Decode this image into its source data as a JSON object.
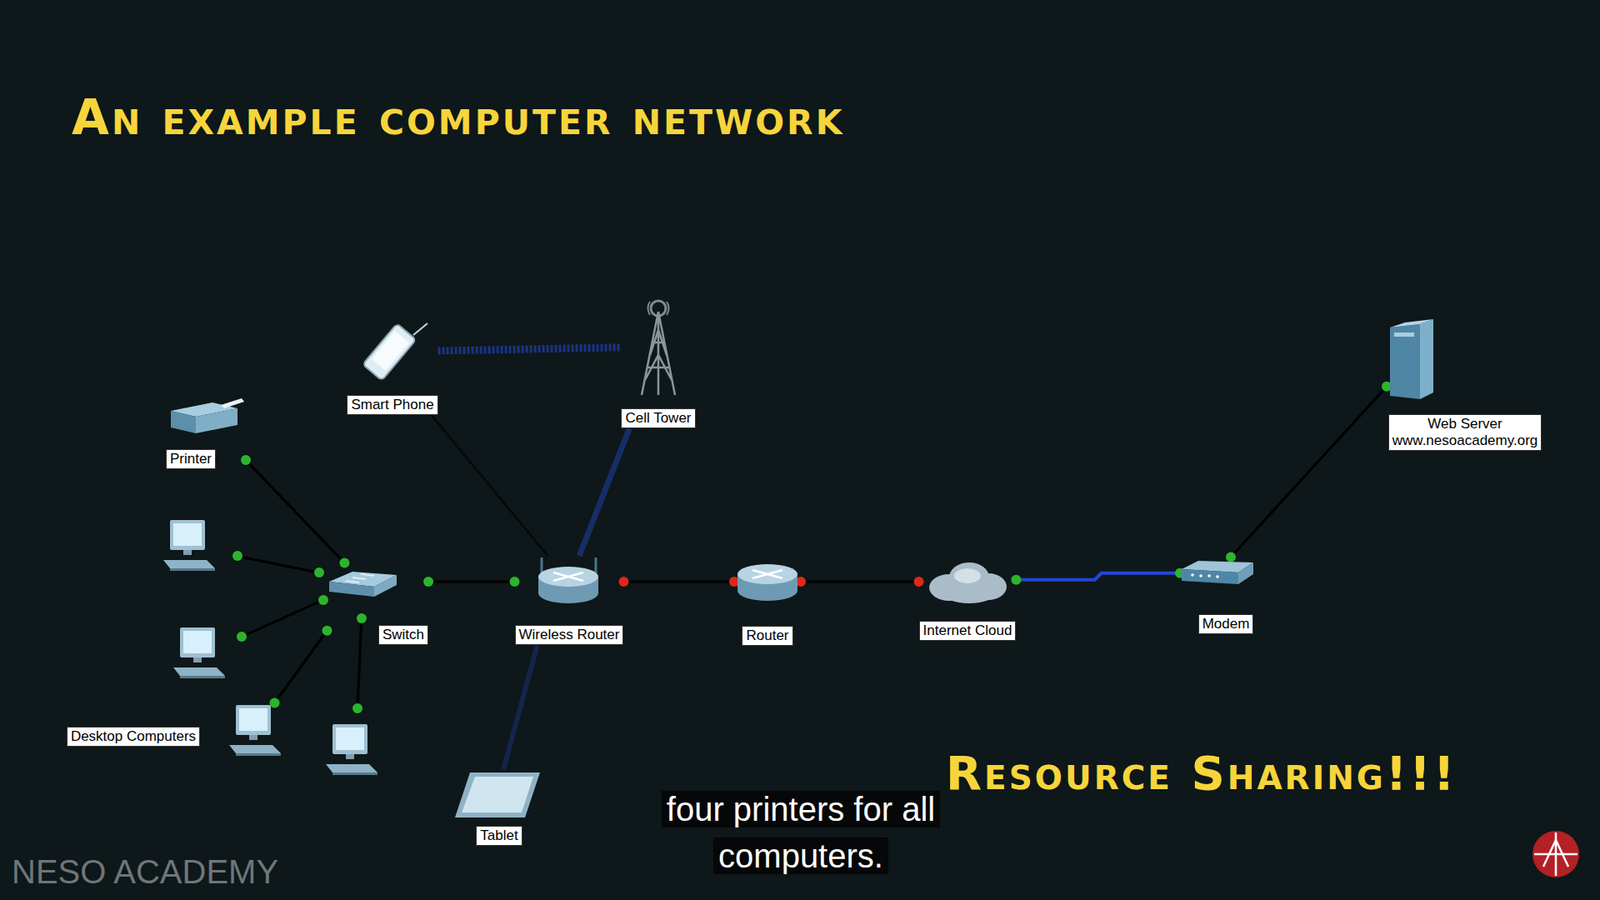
{
  "diagram": {
    "title": "An example computer network",
    "caption": "four printers for all computers.",
    "nodes": [
      {
        "text": [
          "Smart Phone"
        ]
      },
      {
        "text": [
          "Cell Tower"
        ]
      },
      {
        "text": [
          "Web Server www.nesoacademy.org"
        ]
      },
      {
        "text": [
          "Printer"
        ]
      },
      {
        "text": [
          "Switch"
        ]
      },
      {
        "text": [
          "Wireless Router"
        ]
      },
      {
        "text": [
          "Router"
        ]
      },
      {
        "text": [
          "Internet Cloud"
        ]
      },
      {
        "text": [
          "Modem"
        ]
      },
      {
        "text": [
          "Desktop Computers"
        ]
      },
      {
        "text": [
          "Tablet"
        ]
      }
    ],
    "edges": [
      {
        "from": 0,
        "to": 1,
        "arrow": "none"
      },
      {
        "from": 1,
        "to": 5,
        "arrow": "none"
      },
      {
        "from": 0,
        "to": 5,
        "arrow": "none"
      },
      {
        "from": 4,
        "to": 3,
        "arrow": "none"
      },
      {
        "from": 4,
        "to": 9,
        "arrow": "none"
      },
      {
        "from": 4,
        "to": 5,
        "arrow": "none"
      },
      {
        "from": 5,
        "to": 6,
        "arrow": "none"
      },
      {
        "from": 6,
        "to": 7,
        "arrow": "none"
      },
      {
        "from": 7,
        "to": 8,
        "arrow": "none"
      },
      {
        "from": 8,
        "to": 2,
        "arrow": "none"
      },
      {
        "from": 5,
        "to": 10,
        "arrow": "none"
      }
    ],
    "labels": [
      "Resource Sharing!!!",
      "NESO ACADEMY"
    ]
  }
}
